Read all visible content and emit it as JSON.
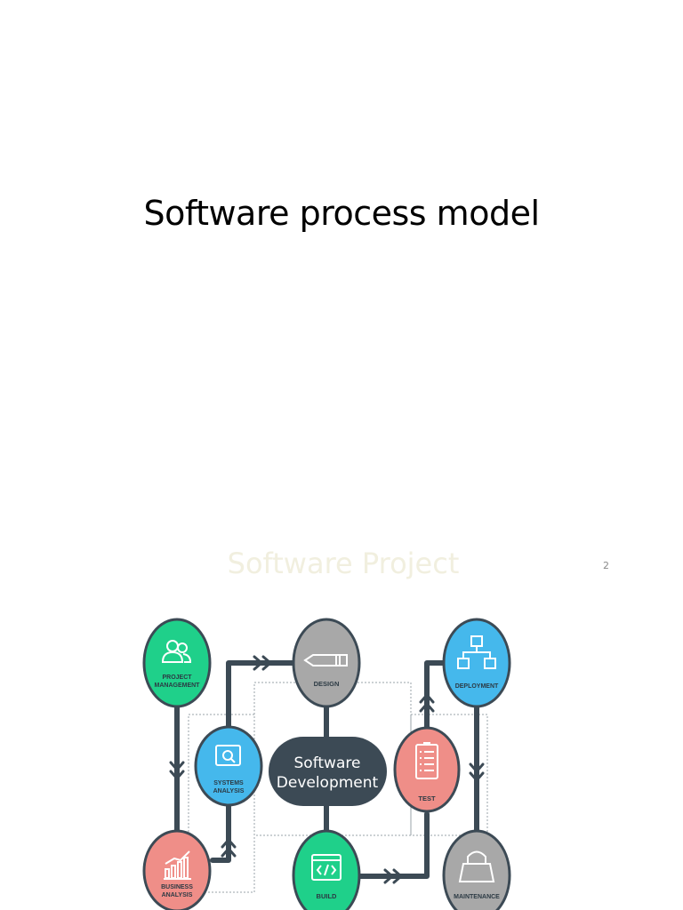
{
  "slide": {
    "title": "Software process model",
    "footer": "Software Project",
    "page_number": "2"
  },
  "diagram": {
    "center": {
      "line1": "Software",
      "line2": "Development"
    },
    "nodes": [
      {
        "id": "project-management",
        "line1": "PROJECT",
        "line2": "MANAGEMENT",
        "color": "#1fd08a",
        "icon": "people-icon"
      },
      {
        "id": "systems-analysis",
        "line1": "SYSTEMS",
        "line2": "ANALYSIS",
        "color": "#45b8ec",
        "icon": "magnifier-screen-icon"
      },
      {
        "id": "business-analysis",
        "line1": "BUSINESS",
        "line2": "ANALYSIS",
        "color": "#ef8e88",
        "icon": "bar-chart-icon"
      },
      {
        "id": "design",
        "line1": "DESIGN",
        "line2": "",
        "color": "#a8a8a8",
        "icon": "pencil-icon"
      },
      {
        "id": "build",
        "line1": "BUILD",
        "line2": "",
        "color": "#1fd08a",
        "icon": "code-window-icon"
      },
      {
        "id": "test",
        "line1": "TEST",
        "line2": "",
        "color": "#ef8e88",
        "icon": "checklist-icon"
      },
      {
        "id": "deployment",
        "line1": "DEPLOYMENT",
        "line2": "",
        "color": "#45b8ec",
        "icon": "network-icon"
      },
      {
        "id": "maintenance",
        "line1": "MAINTENANCE",
        "line2": "",
        "color": "#a8a8a8",
        "icon": "lock-icon"
      }
    ],
    "connector_color": "#3c4a55"
  }
}
